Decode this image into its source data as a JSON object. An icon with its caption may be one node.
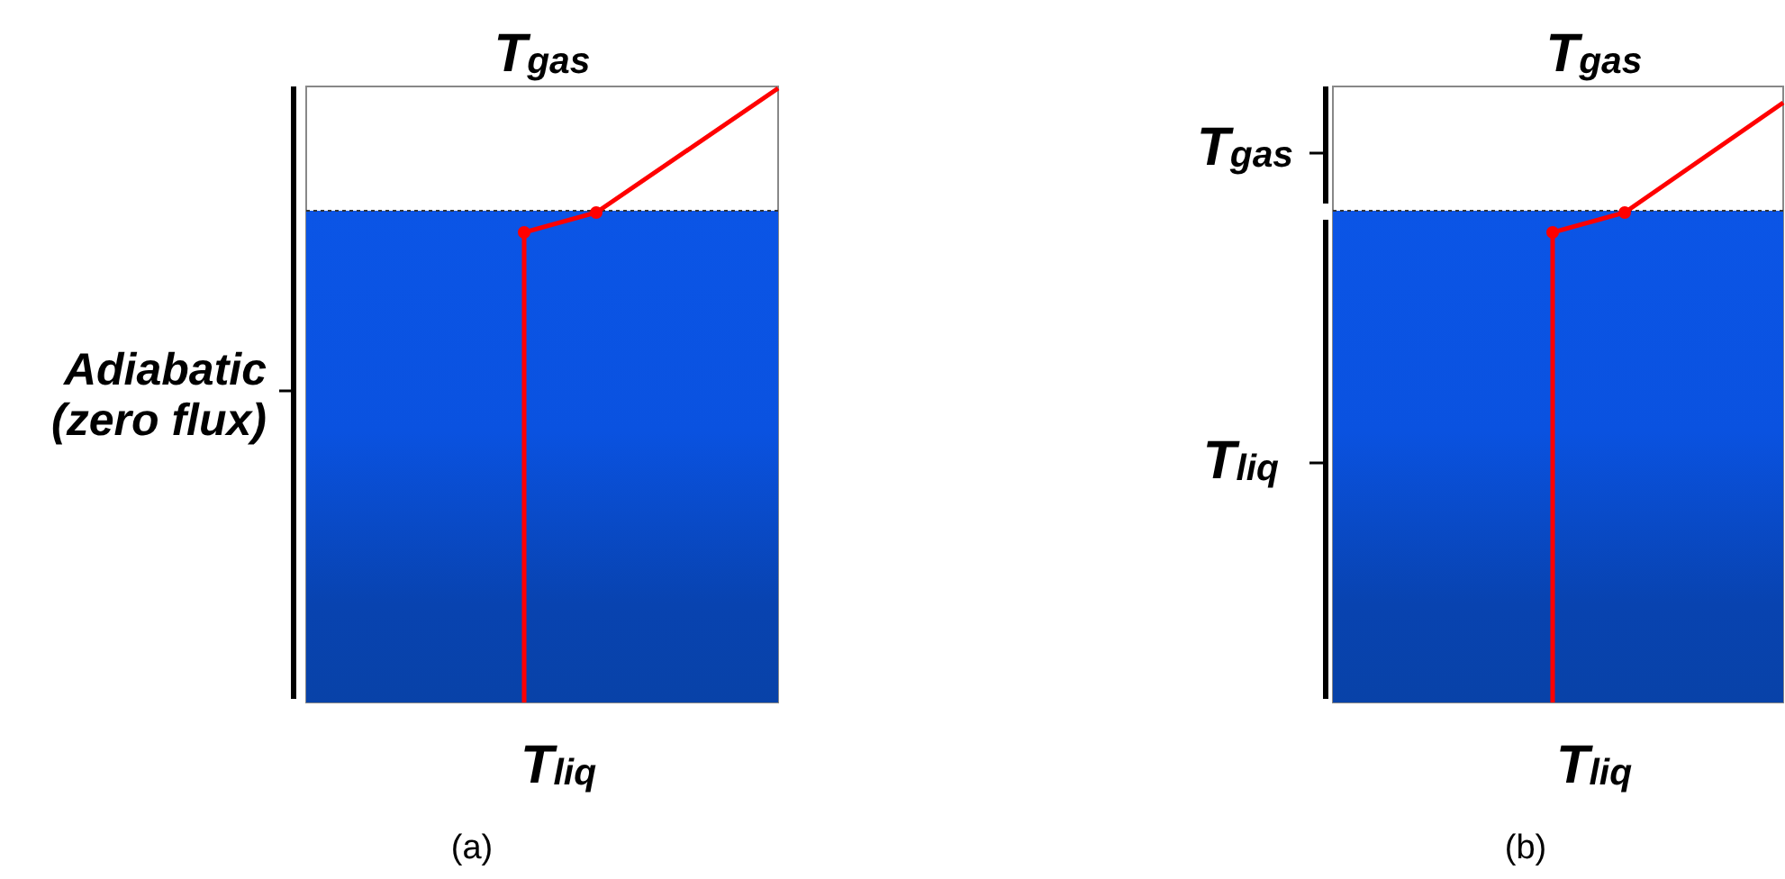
{
  "diagram": {
    "labels": [
      "T$_{gas}$",
      "Adiabatic (zero flux)",
      "T$_{liq}$",
      "(a)",
      "T$_{gas}$",
      "T$_{gas}$",
      "T$_{liq}$",
      "T$_{liq}$",
      "(b)"
    ]
  }
}
